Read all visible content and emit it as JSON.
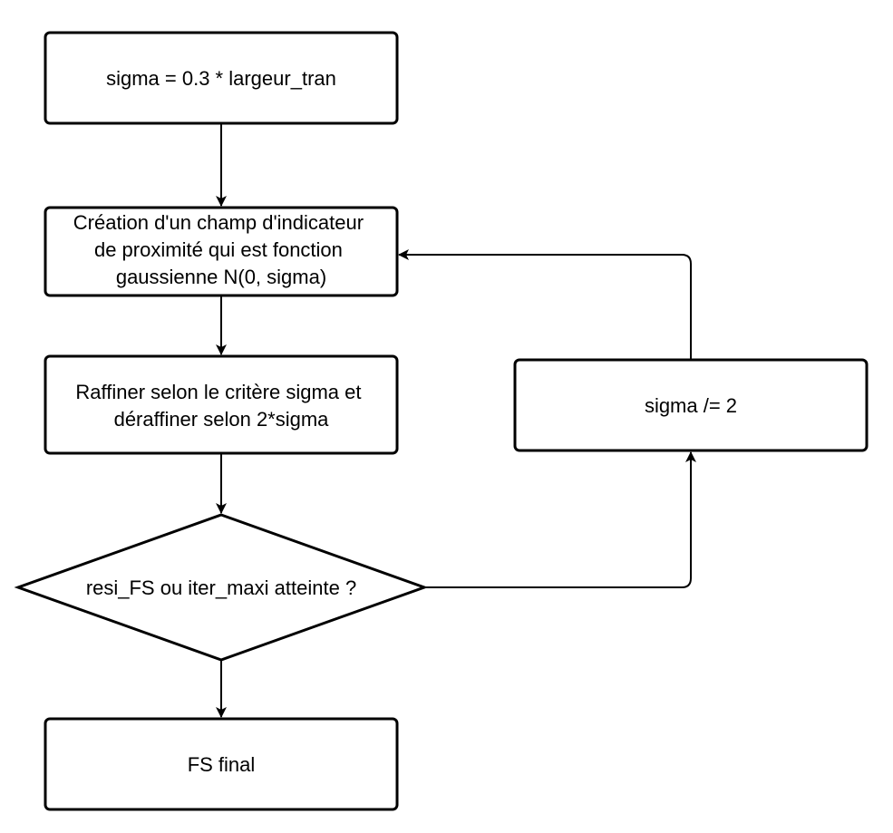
{
  "flowchart": {
    "nodes": {
      "init": {
        "lines": [
          "sigma = 0.3 * largeur_tran"
        ]
      },
      "indicator": {
        "lines": [
          "Création d'un champ d'indicateur",
          "de proximité qui est fonction",
          "gaussienne N(0, sigma)"
        ]
      },
      "refine": {
        "lines": [
          "Raffiner selon le critère sigma et",
          "déraffiner selon 2*sigma"
        ]
      },
      "decision": {
        "lines": [
          "resi_FS ou iter_maxi atteinte ?"
        ]
      },
      "halve": {
        "lines": [
          "sigma /= 2"
        ]
      },
      "final": {
        "lines": [
          "FS final"
        ]
      }
    },
    "colors": {
      "stroke": "#000000",
      "fill": "#ffffff",
      "text": "#000000"
    }
  }
}
